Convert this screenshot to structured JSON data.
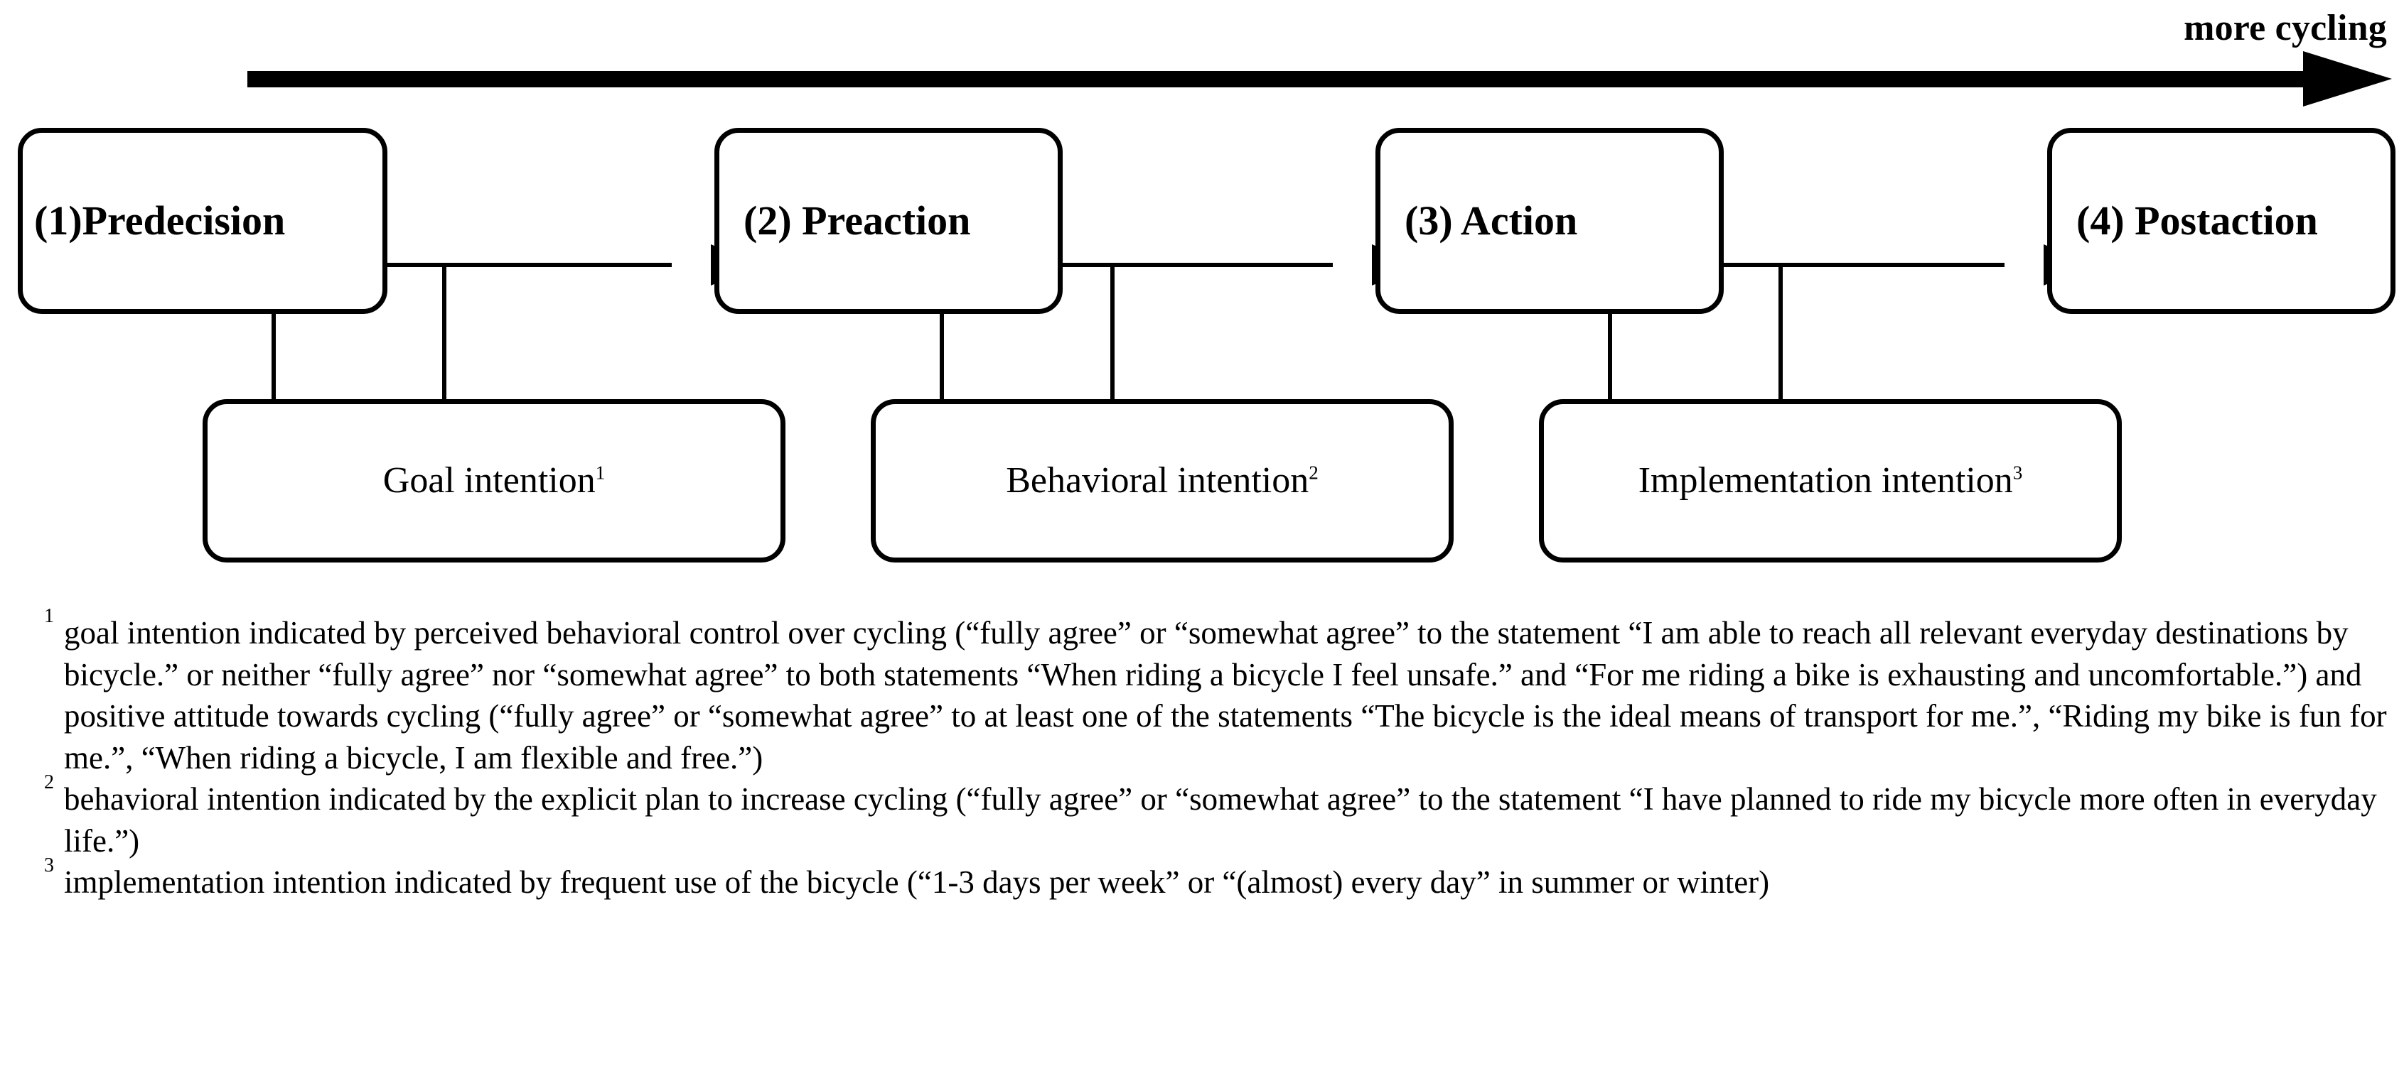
{
  "diagram": {
    "title_axis_label": "more cycling",
    "axis_icon": "right-arrow-icon",
    "stages": [
      {
        "id": "predecision",
        "label": "(1)Predecision"
      },
      {
        "id": "preaction",
        "label": "(2) Preaction"
      },
      {
        "id": "action",
        "label": "(3) Action"
      },
      {
        "id": "postaction",
        "label": "(4) Postaction"
      }
    ],
    "intentions": [
      {
        "id": "goal-intention",
        "label": "Goal intention",
        "marker": "1"
      },
      {
        "id": "behavioral-intention",
        "label": "Behavioral intention",
        "marker": "2"
      },
      {
        "id": "implementation-intention",
        "label": "Implementation intention",
        "marker": "3"
      }
    ],
    "footnotes": [
      {
        "marker": "1",
        "text": "goal intention indicated by perceived behavioral control over cycling (“fully agree” or “somewhat agree” to the statement “I am able to reach all relevant everyday destinations by bicycle.” or neither “fully agree” nor “somewhat agree” to both statements “When riding a bicycle I feel unsafe.” and “For me riding a bike is exhausting and uncomfortable.”) and positive attitude towards cycling (“fully agree” or “somewhat agree” to at least one of the statements “The bicycle is the ideal means of transport for me.”, “Riding my bike is fun for me.”, “When riding a bicycle, I am flexible and free.”)"
      },
      {
        "marker": "2",
        "text": "behavioral intention indicated by the explicit plan to increase cycling (“fully agree” or “somewhat agree” to the statement “I have planned to ride my bicycle more often in everyday life.”)"
      },
      {
        "marker": "3",
        "text": "implementation intention indicated by frequent use of the bicycle (“1-3 days per week” or “(almost) every day” in summer or winter)"
      }
    ],
    "colors": {
      "stroke": "#000000",
      "fill": "#ffffff",
      "text": "#000000"
    }
  }
}
